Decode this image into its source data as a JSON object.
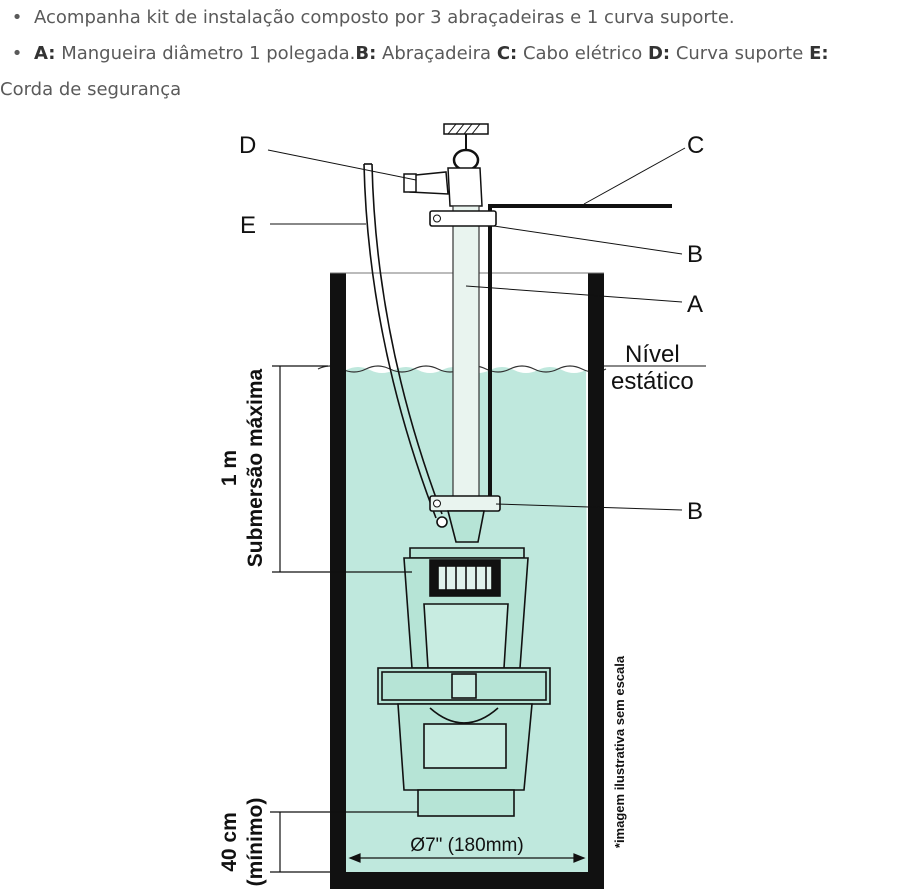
{
  "bullets": [
    {
      "text": "Acompanha kit de instalação composto por 3 abraçadeiras e 1 curva suporte."
    },
    {
      "parts": [
        {
          "key": "A:",
          "desc": " Mangueira diâmetro 1 polegada."
        },
        {
          "key": "B:",
          "desc": " Abraçadeira "
        },
        {
          "key": "C:",
          "desc": " Cabo elétrico "
        },
        {
          "key": "D:",
          "desc": " Curva suporte "
        },
        {
          "key": "E:",
          "desc": ""
        }
      ],
      "continuation": "Corda de segurança"
    }
  ],
  "diagram": {
    "labels": {
      "A": "A",
      "B_top": "B",
      "B_bottom": "B",
      "C": "C",
      "D": "D",
      "E": "E"
    },
    "nivel_line1": "Nível",
    "nivel_line2": "estático",
    "submersion_line1": "1 m",
    "submersion_line2": "Submersão máxima",
    "min_line1": "40 cm",
    "min_line2": "(mínimo)",
    "diameter": "Ø7\" (180mm)",
    "note": "*imagem ilustrativa sem escala",
    "colors": {
      "water": "#bfe8dd",
      "outline": "#111111",
      "pump_fill": "#b6e4d6"
    }
  }
}
